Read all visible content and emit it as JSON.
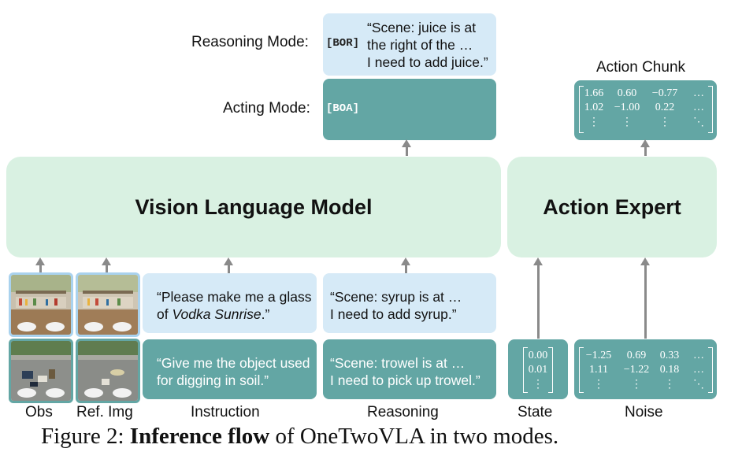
{
  "modes": {
    "reasoning_label": "Reasoning Mode:",
    "reasoning_token": "[BOR]",
    "reasoning_text_lines": [
      "“Scene: juice is at",
      "the right of the …",
      "I need to add juice.”"
    ],
    "acting_label": "Acting Mode:",
    "acting_token": "[BOA]"
  },
  "action_chunk": {
    "title": "Action Chunk",
    "rows": [
      [
        "1.66",
        "0.60",
        "−0.77",
        "…"
      ],
      [
        "1.02",
        "−1.00",
        "0.22",
        "…"
      ],
      [
        "⋮",
        "⋮",
        "⋮",
        "⋱"
      ]
    ]
  },
  "vlm_title": "Vision Language Model",
  "action_expert_title": "Action Expert",
  "instructions": {
    "top": {
      "text1": "“Please make me a glass",
      "text2_prefix": "of ",
      "text2_italic": "Vodka Sunrise",
      "text2_suffix": ".”"
    },
    "bottom": {
      "lines": [
        "“Give me the object used",
        "for digging in soil.”"
      ]
    }
  },
  "reasoning_inputs": {
    "top": {
      "lines": [
        "“Scene: syrup is at …",
        "I need to add syrup.”"
      ]
    },
    "bottom": {
      "lines": [
        "“Scene: trowel is at …",
        "I need to pick up trowel.”"
      ]
    }
  },
  "state": {
    "rows": [
      "0.00",
      "0.01",
      "⋮"
    ]
  },
  "noise": {
    "rows": [
      [
        "−1.25",
        "0.69",
        "0.33",
        "…"
      ],
      [
        "1.11",
        "−1.22",
        "0.18",
        "…"
      ],
      [
        "⋮",
        "⋮",
        "⋮",
        "⋱"
      ]
    ]
  },
  "column_labels": {
    "obs": "Obs",
    "ref_img": "Ref. Img",
    "instruction": "Instruction",
    "reasoning": "Reasoning",
    "state": "State",
    "noise": "Noise"
  },
  "caption": {
    "prefix": "Figure 2: ",
    "bold": "Inference flow",
    "suffix": " of OneTwoVLA in two modes."
  },
  "colors": {
    "light_blue": "#d6eaf7",
    "teal": "#63a6a4",
    "light_green": "#d9f1e2",
    "arrow": "#8a8a8a"
  }
}
